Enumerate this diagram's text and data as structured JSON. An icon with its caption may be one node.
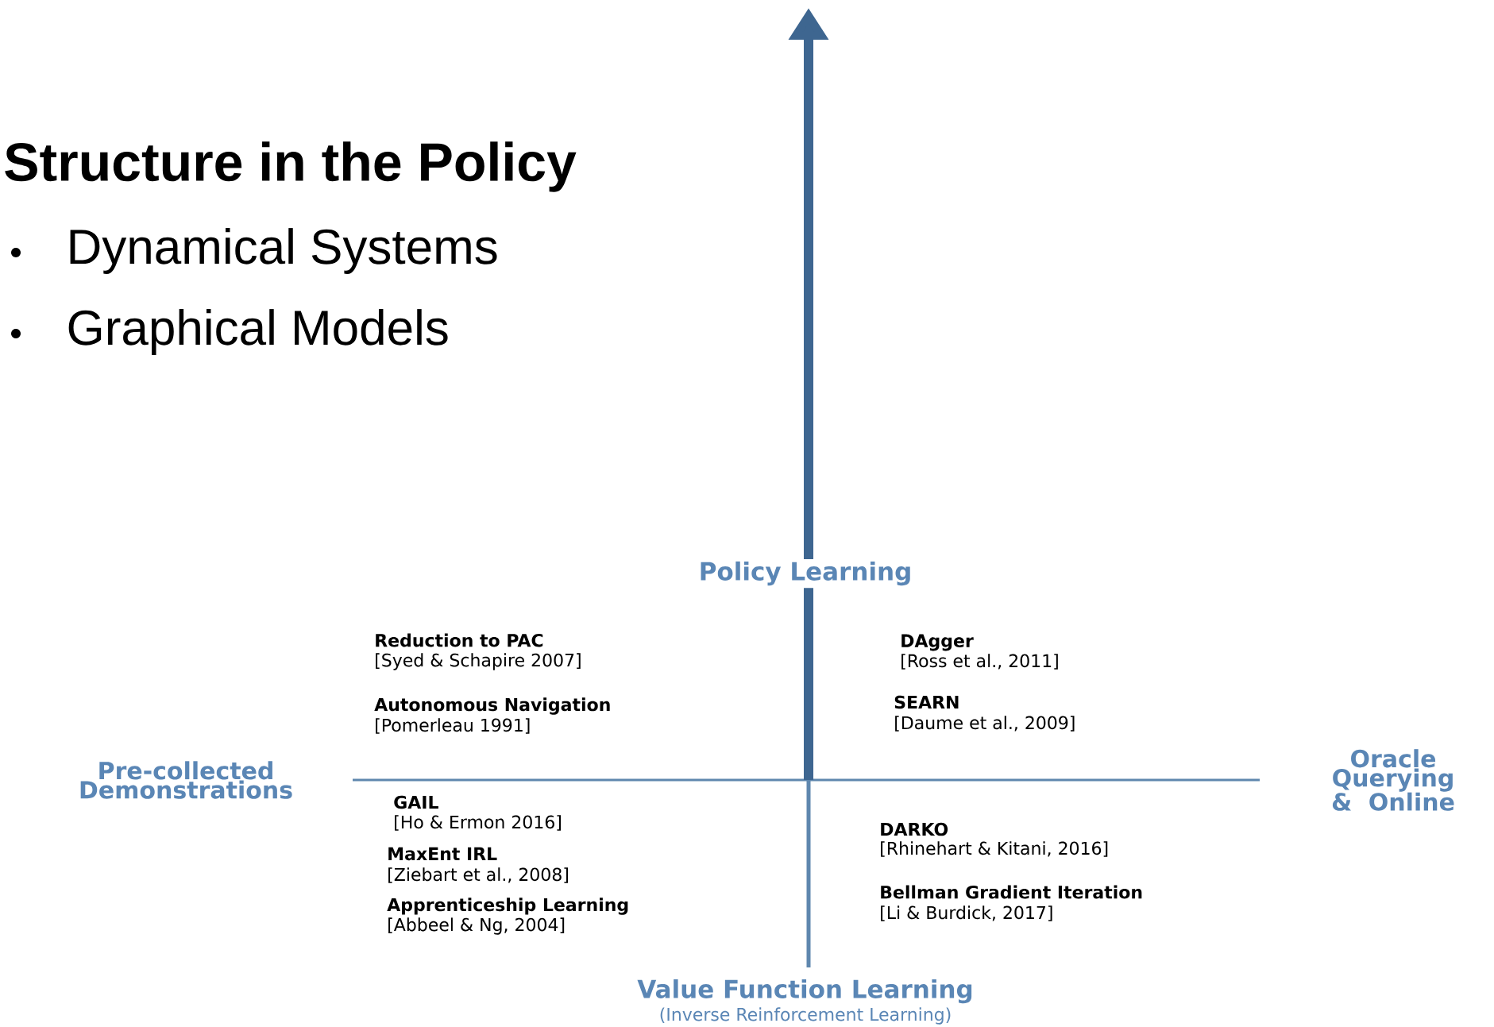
{
  "diagram": {
    "title": "Structure in the Policy",
    "labels": [
      "Dynamical Systems",
      "Graphical Models",
      "Policy Learning",
      "Reduction to PAC",
      "[Syed & Schapire 2007]",
      "DAgger",
      "[Ross et al., 2011]",
      "Autonomous Navigation",
      "[Pomerleau 1991]",
      "SEARN",
      "[Daume et al., 2009]",
      "Pre-collected Demonstrations",
      "Oracle Querying & Online",
      "GAIL",
      "[Ho & Ermon 2016]",
      "DARKO",
      "[Rhinehart & Kitani, 2016]",
      "MaxEnt IRL",
      "[Ziebart et al., 2008]",
      "Bellman Gradient Iteration",
      "[Li & Burdick, 2017]",
      "Apprenticeship Learning",
      "[Abbeel & Ng, 2004]",
      "Value Function Learning",
      "(Inverse Reinforcement Learning)"
    ]
  }
}
